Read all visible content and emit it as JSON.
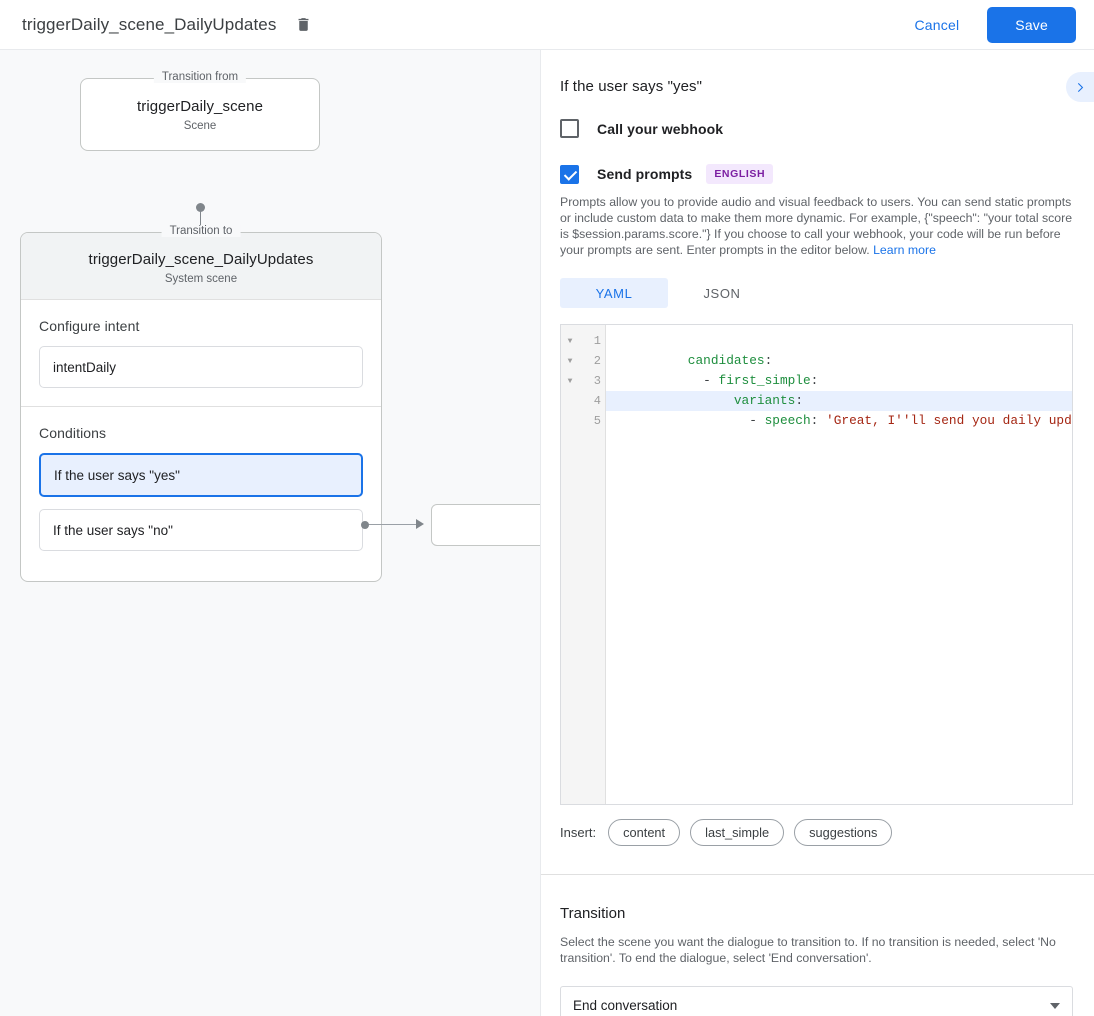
{
  "topbar": {
    "title": "triggerDaily_scene_DailyUpdates",
    "delete_icon": "trash-icon",
    "cancel_label": "Cancel",
    "save_label": "Save",
    "accent_color": "#1a73e8"
  },
  "canvas": {
    "from_node": {
      "legend": "Transition from",
      "title": "triggerDaily_scene",
      "subtitle": "Scene"
    },
    "to_node": {
      "legend": "Transition to",
      "title": "triggerDaily_scene_DailyUpdates",
      "subtitle": "System scene",
      "intent_section_label": "Configure intent",
      "intent_value": "intentDaily",
      "conditions_section_label": "Conditions",
      "conditions": [
        {
          "label": "If the user says \"yes\"",
          "selected": true
        },
        {
          "label": "If the user says \"no\"",
          "selected": false
        }
      ]
    }
  },
  "panel": {
    "title": "If the user says \"yes\"",
    "collapse_icon": "chevron-right-icon",
    "webhook": {
      "label": "Call your webhook",
      "checked": false
    },
    "prompts": {
      "label": "Send prompts",
      "checked": true,
      "badge": "ENGLISH",
      "badge_bg": "#f3e8fd",
      "badge_color": "#7b1fa2",
      "description": "Prompts allow you to provide audio and visual feedback to users. You can send static prompts or include custom data to make them more dynamic. For example, {\"speech\": \"your total score is $session.params.score.\"} If you choose to call your webhook, your code will be run before your prompts are sent. Enter prompts in the editor below.",
      "learn_more": "Learn more"
    },
    "format_tabs": [
      {
        "label": "YAML",
        "active": true
      },
      {
        "label": "JSON",
        "active": false
      }
    ],
    "editor": {
      "lines": [
        {
          "num": "1",
          "fold": "▼",
          "indent": "",
          "dash": "",
          "key": "candidates",
          "colon": ":",
          "value": "",
          "highlighted": false
        },
        {
          "num": "2",
          "fold": "▼",
          "indent": "  ",
          "dash": "- ",
          "key": "first_simple",
          "colon": ":",
          "value": "",
          "highlighted": false
        },
        {
          "num": "3",
          "fold": "▼",
          "indent": "      ",
          "dash": "",
          "key": "variants",
          "colon": ":",
          "value": "",
          "highlighted": false
        },
        {
          "num": "4",
          "fold": "",
          "indent": "        ",
          "dash": "- ",
          "key": "speech",
          "colon": ": ",
          "value": "'Great, I''ll send you daily updates.'",
          "highlighted": true
        },
        {
          "num": "5",
          "fold": "",
          "indent": "",
          "dash": "",
          "key": "",
          "colon": "",
          "value": "",
          "highlighted": false
        }
      ]
    },
    "insert": {
      "label": "Insert:",
      "chips": [
        "content",
        "last_simple",
        "suggestions"
      ]
    },
    "transition": {
      "title": "Transition",
      "description": "Select the scene you want the dialogue to transition to. If no transition is needed, select 'No transition'. To end the dialogue, select 'End conversation'.",
      "selected": "End conversation"
    }
  }
}
